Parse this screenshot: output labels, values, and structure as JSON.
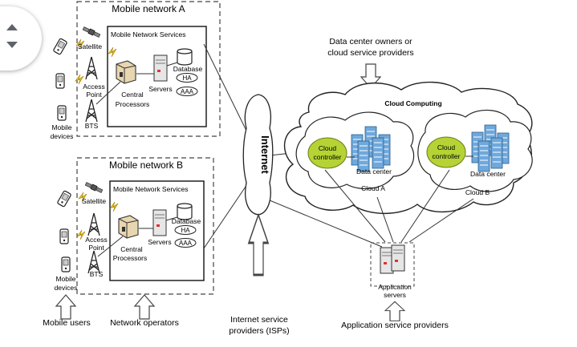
{
  "network_a": {
    "title": "Mobile network A",
    "services_title": "Mobile Network Services",
    "satellite": "Satellite",
    "access_point": [
      "Access",
      "Point"
    ],
    "central_processors": [
      "Central",
      "Processors"
    ],
    "servers": "Servers",
    "database": "Database",
    "ha": "HA",
    "aaa": "AAA",
    "bts": "BTS",
    "mobile_devices": [
      "Mobile",
      "devices"
    ]
  },
  "network_b": {
    "title": "Mobile network B",
    "services_title": "Mobile Network Services",
    "satellite": "Satellite",
    "access_point": [
      "Access",
      "Point"
    ],
    "central_processors": [
      "Central",
      "Processors"
    ],
    "servers": "Servers",
    "database": "Database",
    "ha": "HA",
    "aaa": "AAA",
    "bts": "BTS",
    "mobile_devices": [
      "Mobile",
      "devices"
    ]
  },
  "internet": "Internet",
  "data_center_owners": [
    "Data center owners or",
    "cloud service providers"
  ],
  "cloud_computing": "Cloud Computing",
  "cloud_a": {
    "controller": [
      "Cloud",
      "controller"
    ],
    "data_center": "Data center",
    "label": "Cloud A"
  },
  "cloud_b": {
    "controller": [
      "Cloud",
      "controller"
    ],
    "data_center": "Data center",
    "label": "Cloud B"
  },
  "application_servers": [
    "Application",
    "servers"
  ],
  "bottom_labels": {
    "mobile_users": "Mobile users",
    "network_operators": "Network operators",
    "isps": [
      "Internet service",
      "providers (ISPs)"
    ],
    "application_service_providers": "Application service providers"
  },
  "colors": {
    "cloud_controller_fill": "#b5d334",
    "building_fill": "#6fa8dc",
    "dash": "#444444"
  }
}
